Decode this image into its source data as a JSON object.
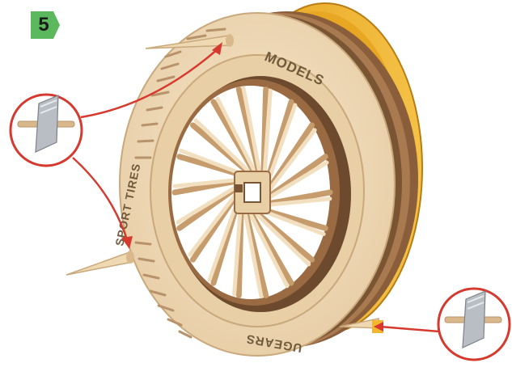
{
  "step": {
    "number": "5",
    "badge_color": "#5cb85c"
  },
  "wheel": {
    "rim_text_top": "MODELS",
    "rim_text_left": "SPORT TIRES",
    "rim_text_bottom": "UGEARS",
    "wood_color": "#f1dcbc",
    "tire_color": "#f2b630",
    "spoke_shadow_color": "#7a5534"
  },
  "callouts": {
    "circle_color": "#d63a2f",
    "arrow_color": "#d63a2f",
    "items": [
      {
        "icon": "pin-and-blade-icon"
      },
      {
        "icon": "pin-and-blade-icon"
      }
    ]
  }
}
